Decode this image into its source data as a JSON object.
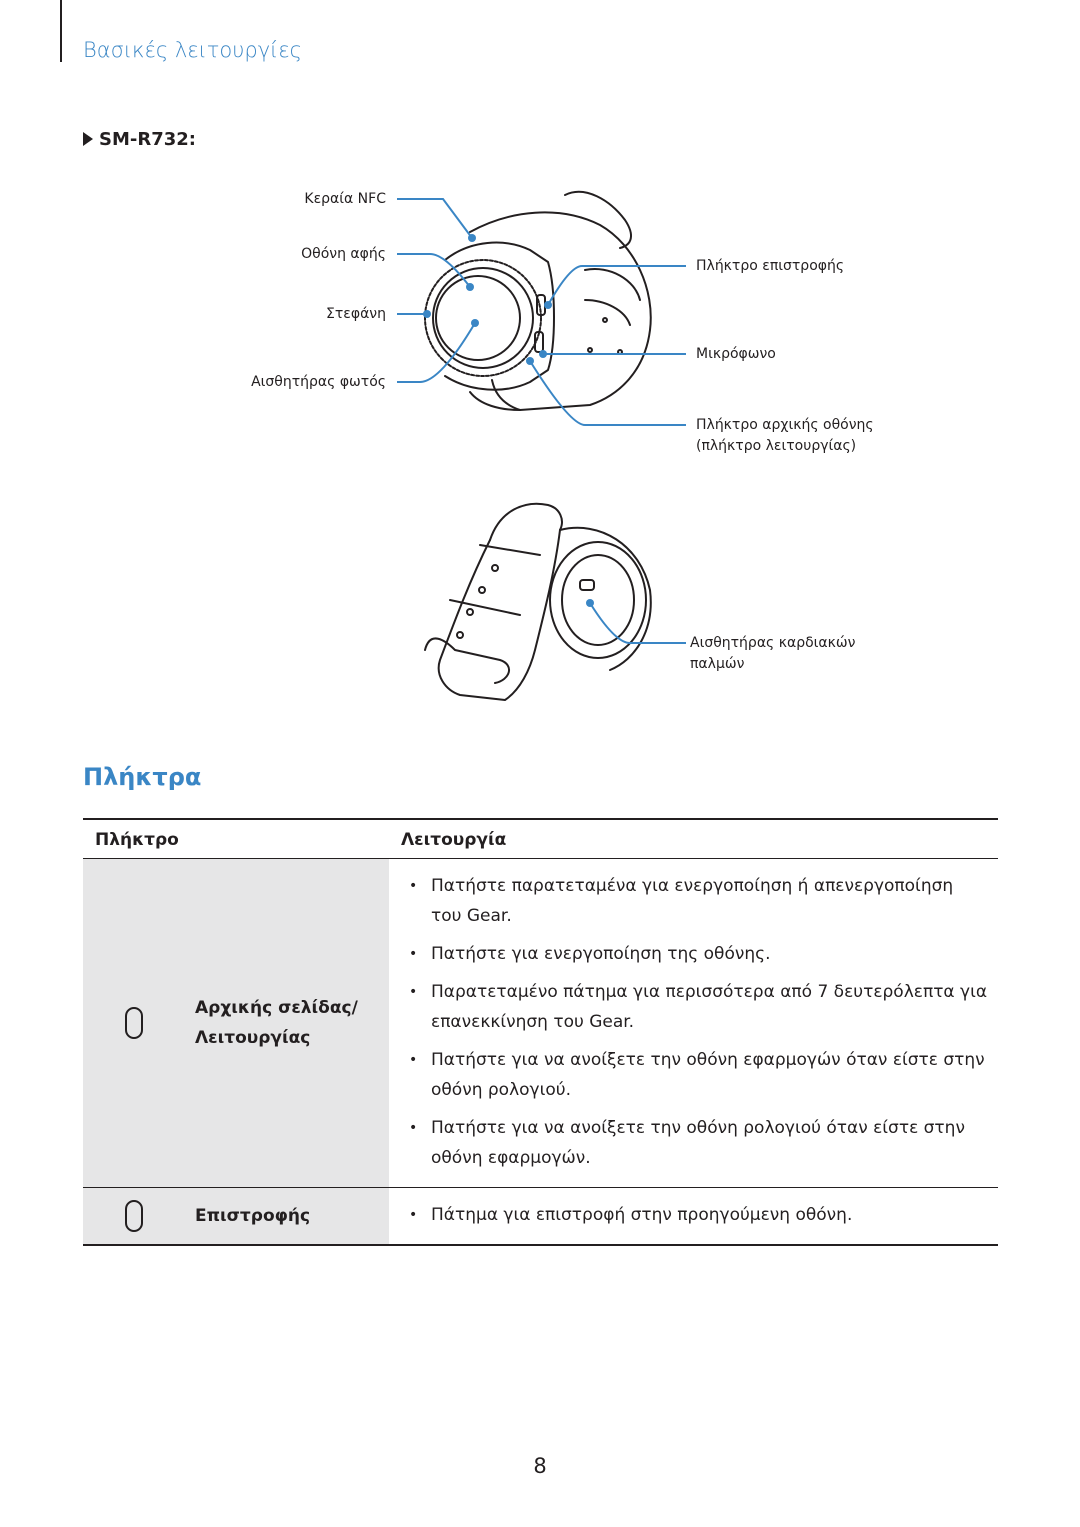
{
  "header": {
    "section_title": "Βασικές λειτουργίες"
  },
  "model": {
    "label": "SM-R732:",
    "arrow_icon": "right-triangle-icon"
  },
  "figure_front": {
    "labels_left": [
      "Κεραία NFC",
      "Οθόνη αφής",
      "Στεφάνη",
      "Αισθητήρας φωτός"
    ],
    "labels_right": [
      "Πλήκτρο επιστροφής",
      "Μικρόφωνο",
      "Πλήκτρο αρχικής οθόνης",
      "(πλήκτρο λειτουργίας)"
    ]
  },
  "figure_back": {
    "label_line1": "Αισθητήρας καρδιακών",
    "label_line2": "παλμών"
  },
  "colors": {
    "accent": "#3a86c5",
    "key_column_bg": "#e6e6e7",
    "text": "#231f20"
  },
  "keys_section": {
    "heading": "Πλήκτρα",
    "col_key": "Πλήκτρο",
    "col_function": "Λειτουργία",
    "rows": [
      {
        "key_line1": "Αρχικής σελίδας/",
        "key_line2": "Λειτουργίας",
        "bullets": [
          "Πατήστε παρατεταμένα για ενεργοποίηση ή απενεργοποίηση του Gear.",
          "Πατήστε για ενεργοποίηση της οθόνης.",
          "Παρατεταμένο πάτημα για περισσότερα από 7 δευτερόλεπτα για επανεκκίνηση του Gear.",
          "Πατήστε για να ανοίξετε την οθόνη εφαρμογών όταν είστε στην οθόνη ρολογιού.",
          "Πατήστε για να ανοίξετε την οθόνη ρολογιού όταν είστε στην οθόνη εφαρμογών."
        ]
      },
      {
        "key_line1": "Επιστροφής",
        "bullets": [
          "Πάτημα για επιστροφή στην προηγούμενη οθόνη."
        ]
      }
    ]
  },
  "page_number": "8"
}
